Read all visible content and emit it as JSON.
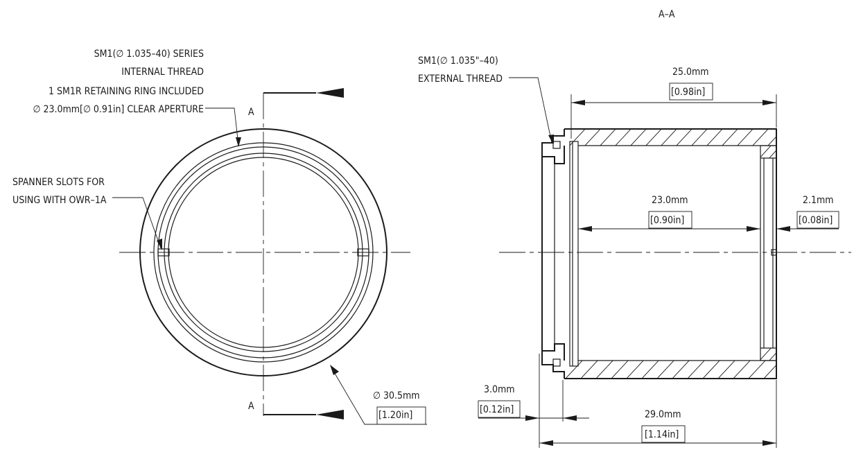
{
  "section_title": "A–A",
  "left_view": {
    "thread_note": [
      "SM1(∅ 1.035–40) SERIES",
      "INTERNAL THREAD",
      "1 SM1R RETAINING RING INCLUDED",
      "∅ 23.0mm[∅ 0.91in] CLEAR APERTURE"
    ],
    "spanner_note": [
      "SPANNER SLOTS FOR",
      "USING WITH OWR–1A"
    ],
    "section_marker_top": "A",
    "section_marker_bottom": "A",
    "outer_diameter": [
      "∅ 30.5mm",
      "[1.20in]"
    ]
  },
  "right_view": {
    "thread_note": [
      "SM1(∅ 1.035\"–40)",
      "EXTERNAL THREAD"
    ],
    "dim_length_top": [
      "25.0mm",
      "[0.98in]"
    ],
    "dim_inner": [
      "23.0mm",
      "[0.90in]"
    ],
    "dim_ring": [
      "2.1mm",
      "[0.08in]"
    ],
    "dim_flange": [
      "3.0mm",
      "[0.12in]"
    ],
    "dim_overall": [
      "29.0mm",
      "[1.14in]"
    ]
  }
}
